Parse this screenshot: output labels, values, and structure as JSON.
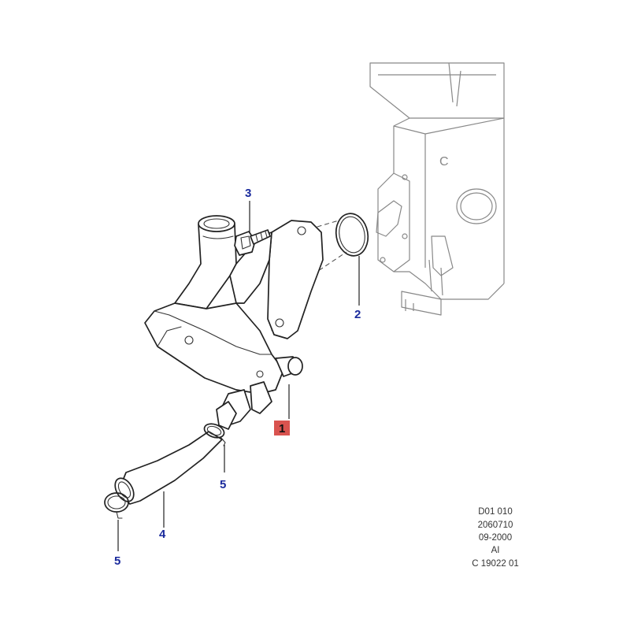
{
  "callouts": {
    "c1": "1",
    "c2": "2",
    "c3": "3",
    "c4": "4",
    "c5a": "5",
    "c5b": "5"
  },
  "highlight_color": "#d9534f",
  "callout_color": "#1a2a9c",
  "reference": {
    "line1": "D01 010",
    "line2": "2060710",
    "line3": "09-2000",
    "line4": "AI",
    "line5": "C 19022 01"
  }
}
